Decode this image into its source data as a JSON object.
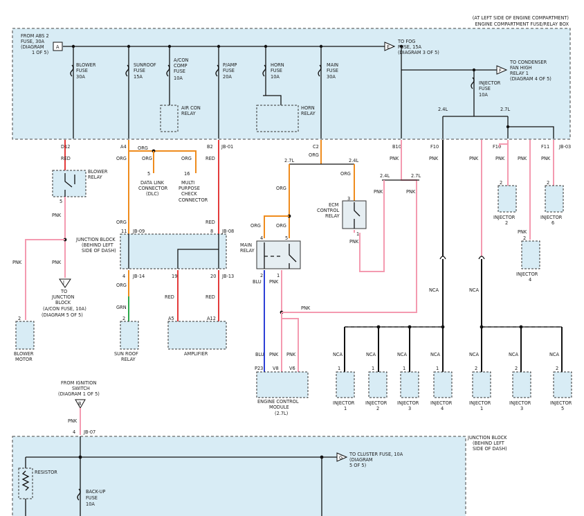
{
  "top_box": {
    "location_1": "(AT LEFT SIDE OF ENGINE COMPARTMENT)",
    "location_2": "ENGINE COMPARTMENT FUSE/RELAY BOX",
    "from_abs": [
      "FROM ABS 2",
      "FUSE, 30A",
      "(DIAGRAM",
      "1 OF 5)"
    ],
    "from_abs_tag": "A",
    "to_fog": [
      "TO FOG",
      "FUSE, 15A",
      "(DIAGRAM 3 OF 5)"
    ],
    "to_fog_tag": "E",
    "to_condenser": [
      "TO CONDENSER",
      "FAN HIGH",
      "RELAY 1",
      "(DIAGRAM 4 OF 5)"
    ],
    "to_condenser_tag": "F",
    "fuses": [
      {
        "label": [
          "BLOWER",
          "FUSE",
          "30A"
        ]
      },
      {
        "label": [
          "SUNROOF",
          "FUSE",
          "15A"
        ]
      },
      {
        "label": [
          "A/CON",
          "COMP",
          "FUSE",
          "10A"
        ]
      },
      {
        "label": [
          "P/AMP",
          "FUSE",
          "20A"
        ]
      },
      {
        "label": [
          "HORN",
          "FUSE",
          "10A"
        ]
      },
      {
        "label": [
          "MAIN",
          "FUSE",
          "30A"
        ]
      },
      {
        "label": [
          "INJECTOR",
          "FUSE",
          "10A"
        ]
      }
    ],
    "air_con_relay": [
      "AIR CON",
      "RELAY"
    ],
    "horn_relay": [
      "HORN",
      "RELAY"
    ],
    "variant_24l": "2.4L",
    "variant_27l": "2.7L",
    "pins": [
      "D12",
      "A4",
      "B2",
      "JB-01",
      "C2",
      "B10",
      "F10",
      "F10",
      "F11",
      "JB-03"
    ]
  },
  "wires": {
    "red": "RED",
    "org": "ORG",
    "pnk": "PNK",
    "grn": "GRN",
    "blu": "BLU",
    "nca": "NCA"
  },
  "blower_relay": {
    "label": [
      "BLOWER",
      "RELAY"
    ],
    "pin": "5"
  },
  "dlc": {
    "pin": "5",
    "label": [
      "DATA LINK",
      "CONNECTOR",
      "(DLC)"
    ]
  },
  "mpc": {
    "pin": "16",
    "label": [
      "MULTI",
      "PURPOSE",
      "CHECK",
      "CONNECTOR"
    ]
  },
  "to_junction": {
    "tag": "J",
    "label": [
      "TO",
      "JUNCTION",
      "BLOCK",
      "(A/CON FUSE, 10A)",
      "(DIAGRAM 5 OF 5)"
    ]
  },
  "junction_mid": {
    "label": [
      "JUNCTION BLOCK",
      "(BEHIND LEFT",
      "SIDE OF DASH)"
    ],
    "pins_top": [
      "11",
      "JB-09",
      "8",
      "JB-08"
    ],
    "pins_bottom": [
      "4",
      "JB-14",
      "19",
      "20",
      "JB-13"
    ]
  },
  "blower_motor": {
    "label": [
      "BLOWER",
      "MOTOR"
    ],
    "pin": "2"
  },
  "sun_roof_relay": {
    "label": [
      "SUN ROOF",
      "RELAY"
    ],
    "pin": "2"
  },
  "amplifier": {
    "label": "AMPLIFIER",
    "pins": [
      "A5",
      "A12"
    ]
  },
  "main_relay": {
    "label": [
      "MAIN",
      "RELAY"
    ],
    "pins": [
      "4",
      "5",
      "2",
      "1"
    ]
  },
  "ecm_relay": {
    "label": [
      "ECM",
      "CONTROL",
      "RELAY"
    ],
    "pins": [
      "3",
      "1"
    ]
  },
  "ecm": {
    "label": [
      "ENGINE CONTROL",
      "MODULE",
      "(2.7L)"
    ],
    "pins": [
      "P23",
      "V8",
      "V6"
    ]
  },
  "injectors_top": [
    {
      "label": [
        "INJECTOR",
        "2"
      ],
      "pin": "2"
    },
    {
      "label": [
        "INJECTOR",
        "6"
      ],
      "pin": "2"
    },
    {
      "label": [
        "INJECTOR",
        "4"
      ],
      "pin": "2"
    }
  ],
  "injectors_bottom": [
    {
      "label": [
        "INJECTOR",
        "1"
      ],
      "pin": "1"
    },
    {
      "label": [
        "INJECTOR",
        "2"
      ],
      "pin": "1"
    },
    {
      "label": [
        "INJECTOR",
        "3"
      ],
      "pin": "1"
    },
    {
      "label": [
        "INJECTOR",
        "4"
      ],
      "pin": "1"
    },
    {
      "label": [
        "INJECTOR",
        "1"
      ],
      "pin": "2"
    },
    {
      "label": [
        "INJECTOR",
        "3"
      ],
      "pin": "2"
    },
    {
      "label": [
        "INJECTOR",
        "5"
      ],
      "pin": "2"
    }
  ],
  "ignition": {
    "label": [
      "FROM IGNITION",
      "SWITCH",
      "(DIAGRAM 1 OF 5)"
    ],
    "tag": "B",
    "pin": "4",
    "connector": "JB-07"
  },
  "bottom_box": {
    "label": [
      "JUNCTION BLOCK",
      "(BEHIND LEFT",
      "SIDE OF DASH)"
    ],
    "to_cluster": [
      "TO CLUSTER FUSE, 10A",
      "(DIAGRAM",
      "5 OF 5)"
    ],
    "to_cluster_tag": "G",
    "resistor": "RESISTOR",
    "backup_fuse": [
      "BACK-UP",
      "FUSE",
      "10A"
    ]
  }
}
